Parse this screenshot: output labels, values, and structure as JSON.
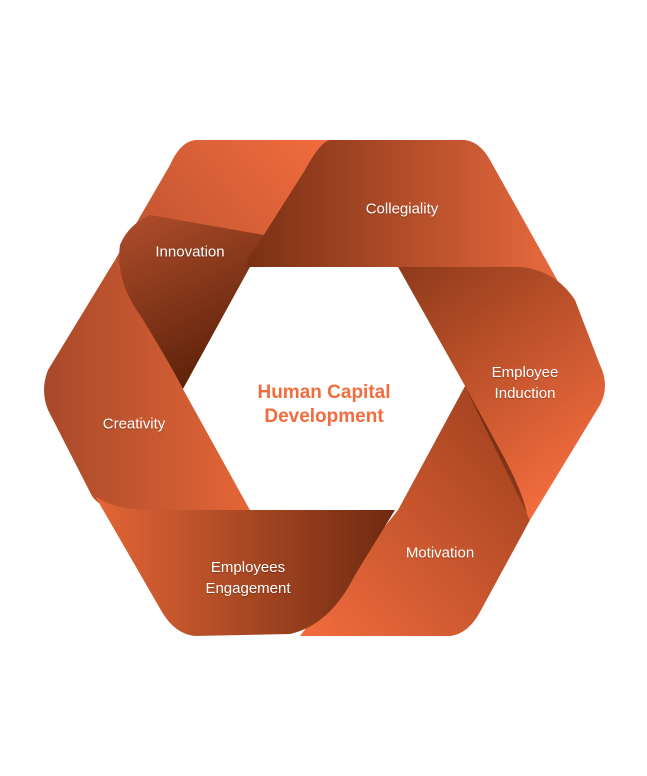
{
  "diagram": {
    "title": "Human Capital Development",
    "title_lines": [
      "Human Capital",
      "Development"
    ],
    "segments": [
      {
        "id": "innovation",
        "label": "Innovation",
        "lines": [
          "Innovation"
        ]
      },
      {
        "id": "collegiality",
        "label": "Collegiality",
        "lines": [
          "Collegiality"
        ]
      },
      {
        "id": "employee-induction",
        "label": "Employee Induction",
        "lines": [
          "Employee",
          "Induction"
        ]
      },
      {
        "id": "motivation",
        "label": "Motivation",
        "lines": [
          "Motivation"
        ]
      },
      {
        "id": "employees-engagement",
        "label": "Employees Engagement",
        "lines": [
          "Employees",
          "Engagement"
        ]
      },
      {
        "id": "creativity",
        "label": "Creativity",
        "lines": [
          "Creativity"
        ]
      }
    ],
    "colors": {
      "light_orange": "#F26C3E",
      "mid_orange": "#C95A32",
      "dark_brown": "#6E2A10",
      "title_color": "#F26C3E"
    }
  }
}
